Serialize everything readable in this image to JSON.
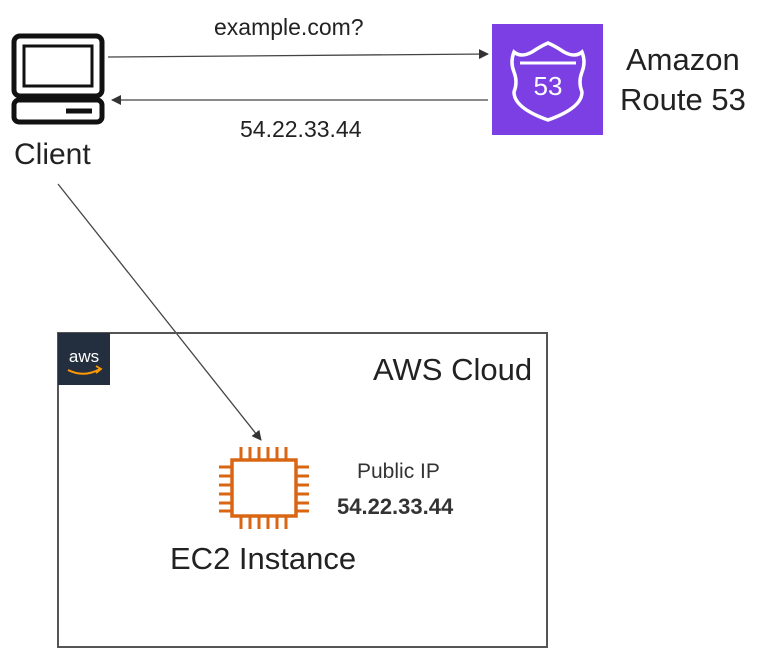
{
  "client": {
    "label": "Client",
    "icon": "computer-icon"
  },
  "route53": {
    "label_line1": "Amazon",
    "label_line2": "Route 53",
    "badge": "53",
    "icon": "route53-shield-icon",
    "color": "#7b3fe4"
  },
  "dns_query": {
    "text": "example.com?"
  },
  "dns_response": {
    "text": "54.22.33.44"
  },
  "aws_cloud": {
    "label": "AWS Cloud",
    "logo_text": "aws",
    "logo_bg": "#232f3e"
  },
  "ec2": {
    "label": "EC2 Instance",
    "icon": "ec2-chip-icon",
    "color": "#d86613"
  },
  "public_ip": {
    "label": "Public IP",
    "value": "54.22.33.44"
  }
}
